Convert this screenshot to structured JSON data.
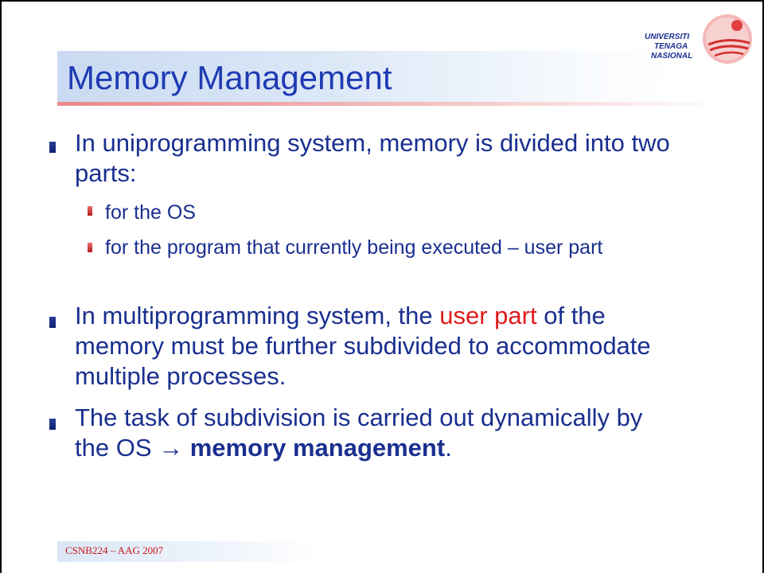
{
  "title": "Memory Management",
  "logo": {
    "line1": "UNIVERSITI",
    "line2": "TENAGA",
    "line3": "NASIONAL"
  },
  "bullets": {
    "b1": "In uniprogramming system, memory is divided into two parts:",
    "b1_sub1": "for the OS",
    "b1_sub2": "for the program that currently being executed – user part",
    "b2_pre": "In multiprogramming system, the ",
    "b2_highlight": "user part",
    "b2_post": " of the memory must be further subdivided to accommodate multiple processes.",
    "b3_pre": "The task of subdivision is carried out dynamically by the OS ",
    "b3_arrow": "→",
    "b3_bold": "memory management",
    "b3_end": "."
  },
  "footer": "CSNB224 – AAG 2007",
  "colors": {
    "title": "#1f3bb3",
    "text": "#1a2f8f",
    "highlight": "#e11b1b"
  }
}
